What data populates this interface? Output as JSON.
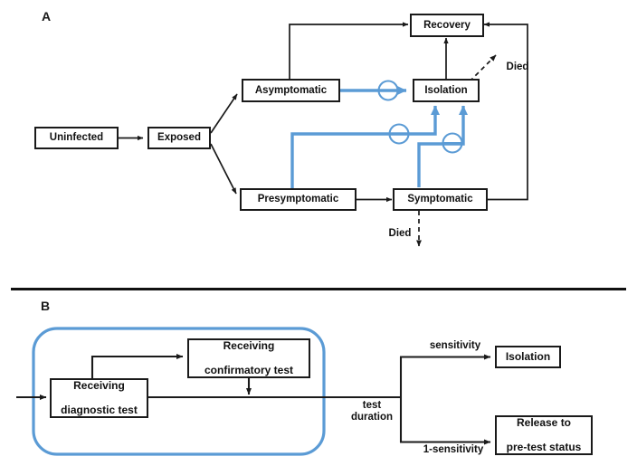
{
  "figure": {
    "panels": [
      {
        "letter": "A"
      },
      {
        "letter": "B"
      }
    ],
    "colors": {
      "testing_blue": "#5B9BD5",
      "line_black": "#1A1A1A",
      "box_fill": "#FFFFFF"
    }
  },
  "panelA": {
    "letter": "A",
    "nodes": {
      "uninfected": "Uninfected",
      "exposed": "Exposed",
      "asymptomatic": "Asymptomatic",
      "presymptomatic": "Presymptomatic",
      "symptomatic": "Symptomatic",
      "isolation": "Isolation",
      "recovery": "Recovery"
    },
    "labels": {
      "died_isolation": "Died",
      "died_symptomatic": "Died"
    },
    "edges": [
      {
        "from": "Uninfected",
        "to": "Exposed",
        "style": "solid-black"
      },
      {
        "from": "Exposed",
        "to": "Asymptomatic",
        "style": "solid-black"
      },
      {
        "from": "Exposed",
        "to": "Presymptomatic",
        "style": "solid-black"
      },
      {
        "from": "Asymptomatic",
        "to": "Recovery",
        "style": "solid-black"
      },
      {
        "from": "Asymptomatic",
        "to": "Isolation",
        "style": "testing-blue"
      },
      {
        "from": "Presymptomatic",
        "to": "Symptomatic",
        "style": "solid-black"
      },
      {
        "from": "Presymptomatic",
        "to": "Isolation",
        "style": "testing-blue"
      },
      {
        "from": "Symptomatic",
        "to": "Isolation",
        "style": "testing-blue"
      },
      {
        "from": "Symptomatic",
        "to": "Recovery",
        "style": "solid-black"
      },
      {
        "from": "Isolation",
        "to": "Recovery",
        "style": "solid-black"
      },
      {
        "from": "Isolation",
        "to": "Died",
        "style": "dashed-black"
      },
      {
        "from": "Symptomatic",
        "to": "Died",
        "style": "dashed-black"
      }
    ]
  },
  "panelB": {
    "letter": "B",
    "nodes": {
      "diagnostic": {
        "line1": "Receiving",
        "line2": "diagnostic test"
      },
      "confirmatory": {
        "line1": "Receiving",
        "line2": "confirmatory test"
      },
      "isolation": "Isolation",
      "release": {
        "line1": "Release to",
        "line2": "pre-test status"
      }
    },
    "labels": {
      "test_duration": {
        "line1": "test",
        "line2": "duration"
      },
      "sensitivity": "sensitivity",
      "one_minus_sensitivity": "1-sensitivity"
    },
    "edges": [
      {
        "from": "entry",
        "to": "Receiving diagnostic test",
        "style": "solid-black"
      },
      {
        "from": "Receiving diagnostic test",
        "to": "Receiving confirmatory test",
        "style": "solid-black"
      },
      {
        "from": "Receiving confirmatory test",
        "to": "trunk",
        "style": "solid-black"
      },
      {
        "from": "trunk",
        "to": "Isolation",
        "style": "solid-black",
        "label": "sensitivity"
      },
      {
        "from": "trunk",
        "to": "Release to pre-test status",
        "style": "solid-black",
        "label": "1-sensitivity"
      }
    ]
  }
}
